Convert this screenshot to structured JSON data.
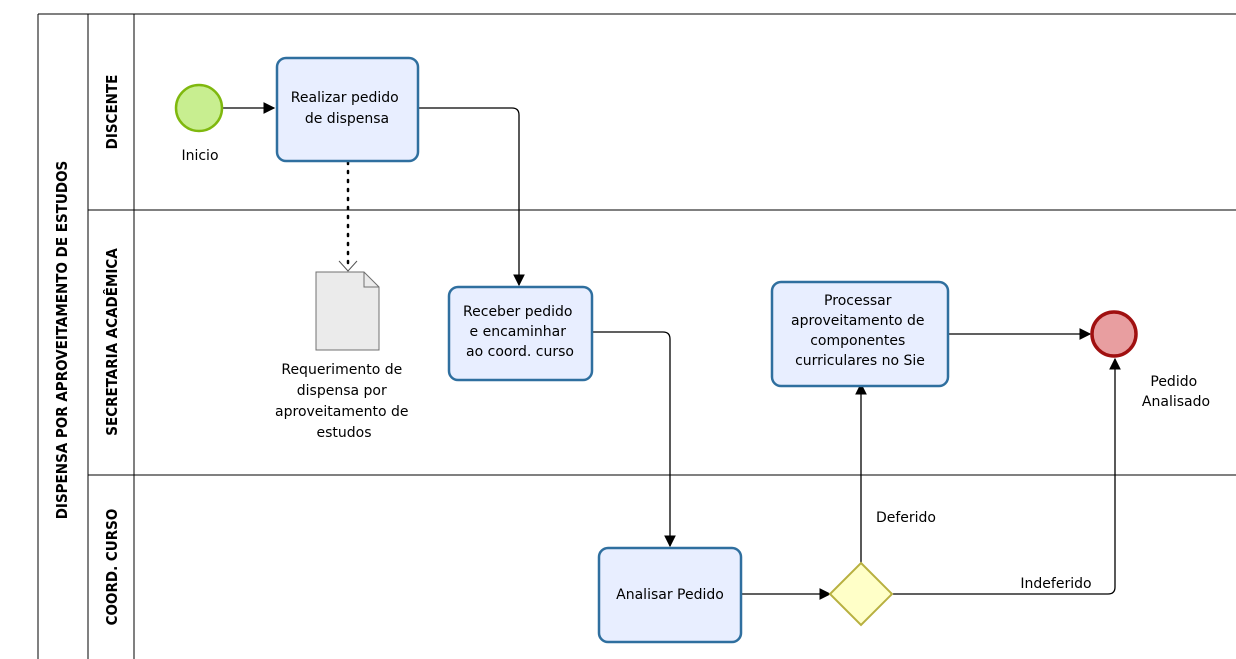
{
  "pool": {
    "title": "DISPENSA POR APROVEITAMENTO DE ESTUDOS"
  },
  "lanes": {
    "discente": "DISCENTE",
    "secretaria": "SECRETARIA ACADÊMICA",
    "coord": "COORD. CURSO"
  },
  "events": {
    "start": {
      "label": "Inicio",
      "color": "#c8ee90"
    },
    "end": {
      "label_lines": [
        "Pedido",
        "Analisado"
      ],
      "color": "#e89ea0"
    }
  },
  "tasks": {
    "realizar": {
      "lines": [
        "Realizar pedido",
        "de dispensa"
      ]
    },
    "receber": {
      "lines": [
        "Receber pedido",
        "e encaminhar",
        "ao coord. curso"
      ]
    },
    "analisar": {
      "lines": [
        "Analisar Pedido"
      ]
    },
    "processar": {
      "lines": [
        "Processar",
        "aproveitamento de",
        "componentes",
        "curriculares no Sie"
      ]
    }
  },
  "document": {
    "lines": [
      "Requerimento  de",
      "dispensa por",
      "aproveitamento de",
      "estudos"
    ]
  },
  "flows": {
    "deferido": "Deferido",
    "indeferido": "Indeferido"
  },
  "colors": {
    "task_fill": "#e8eeff",
    "task_stroke": "#2f6f9f",
    "gateway_fill": "#ffffc8",
    "gateway_stroke": "#b8b040"
  }
}
